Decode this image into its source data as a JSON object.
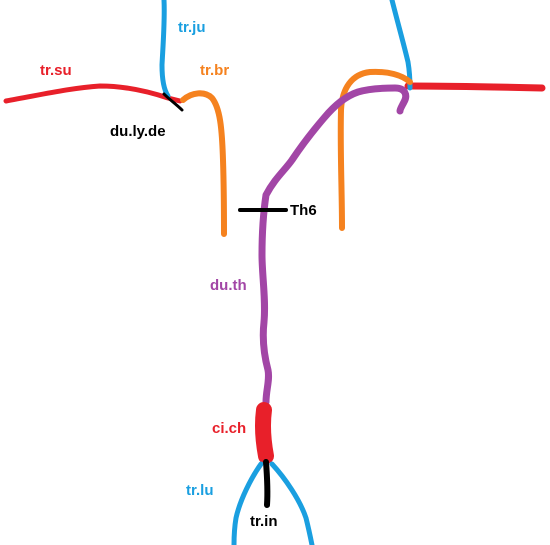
{
  "colors": {
    "red": "#e8202a",
    "blue": "#1a9fe0",
    "orange": "#f5821f",
    "purple": "#a246a6",
    "black": "#000000"
  },
  "labels": {
    "tr_ju": "tr.ju",
    "tr_su": "tr.su",
    "tr_br": "tr.br",
    "du_ly_de": "du.ly.de",
    "th6": "Th6",
    "du_th": "du.th",
    "ci_ch": "ci.ch",
    "tr_lu": "tr.lu",
    "tr_in": "tr.in"
  }
}
